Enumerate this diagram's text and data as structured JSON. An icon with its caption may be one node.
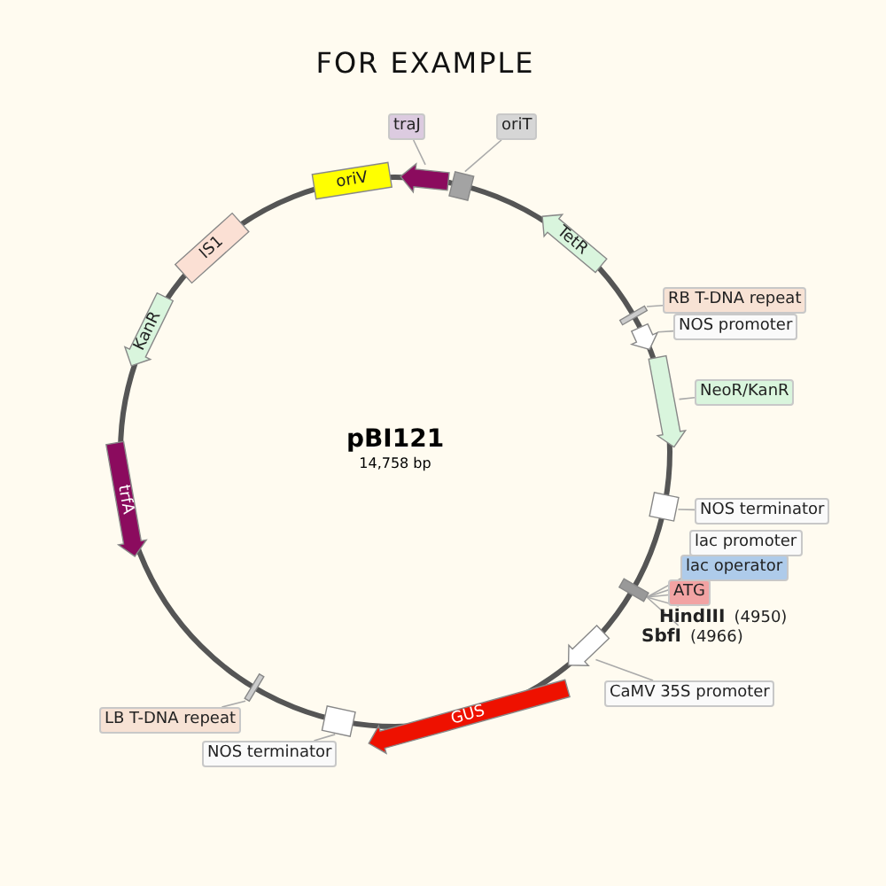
{
  "diagram": {
    "title": "FOR EXAMPLE",
    "nodes": [
      {
        "text": [
          "traJ"
        ]
      },
      {
        "text": [],
        "shape": "arrow"
      },
      {
        "text": [
          "oriT"
        ]
      },
      {
        "text": [],
        "shape": "box"
      },
      {
        "text": [
          "oriV"
        ]
      },
      {
        "text": [
          "IS1"
        ]
      },
      {
        "text": [
          "KanR"
        ]
      },
      {
        "text": [
          "trfA"
        ]
      },
      {
        "text": [
          "TetR"
        ]
      },
      {
        "text": [
          "RB T-DNA repeat"
        ]
      },
      {
        "text": [],
        "shape": "bar"
      },
      {
        "text": [
          "NOS promoter"
        ]
      },
      {
        "text": [],
        "shape": "arrow"
      },
      {
        "text": [
          "NeoR/KanR"
        ]
      },
      {
        "text": [],
        "shape": "arrow"
      },
      {
        "text": [
          "NOS terminator"
        ]
      },
      {
        "text": [],
        "shape": "box"
      },
      {
        "text": [
          "lac promoter"
        ]
      },
      {
        "text": [
          "lac operator"
        ]
      },
      {
        "text": [
          "ATG"
        ]
      },
      {
        "text": [
          "HindIII",
          "(4950)"
        ]
      },
      {
        "text": [
          "SbfI",
          "(4966)"
        ]
      },
      {
        "text": [],
        "shape": "bar"
      },
      {
        "text": [
          "CaMV 35S promoter"
        ]
      },
      {
        "text": [],
        "shape": "arrow"
      },
      {
        "text": [
          "GUS"
        ]
      },
      {
        "text": [
          "LB T-DNA repeat"
        ]
      },
      {
        "text": [],
        "shape": "bar"
      },
      {
        "text": [
          "NOS terminator"
        ]
      },
      {
        "text": [],
        "shape": "box"
      }
    ],
    "edges": [
      {
        "from": 0,
        "to": 1,
        "arrow": "none"
      },
      {
        "from": 2,
        "to": 3,
        "arrow": "none"
      },
      {
        "from": 9,
        "to": 10,
        "arrow": "none"
      },
      {
        "from": 11,
        "to": 12,
        "arrow": "none"
      },
      {
        "from": 13,
        "to": 14,
        "arrow": "none"
      },
      {
        "from": 15,
        "to": 16,
        "arrow": "none"
      },
      {
        "from": 17,
        "to": 22,
        "arrow": "none"
      },
      {
        "from": 18,
        "to": 22,
        "arrow": "none"
      },
      {
        "from": 19,
        "to": 22,
        "arrow": "none"
      },
      {
        "from": 20,
        "to": 22,
        "arrow": "none"
      },
      {
        "from": 21,
        "to": 22,
        "arrow": "none"
      },
      {
        "from": 23,
        "to": 24,
        "arrow": "none"
      },
      {
        "from": 26,
        "to": 27,
        "arrow": "none"
      },
      {
        "from": 28,
        "to": 29,
        "arrow": "none"
      }
    ],
    "labels": [
      "pBI121",
      "14,758 bp"
    ]
  }
}
